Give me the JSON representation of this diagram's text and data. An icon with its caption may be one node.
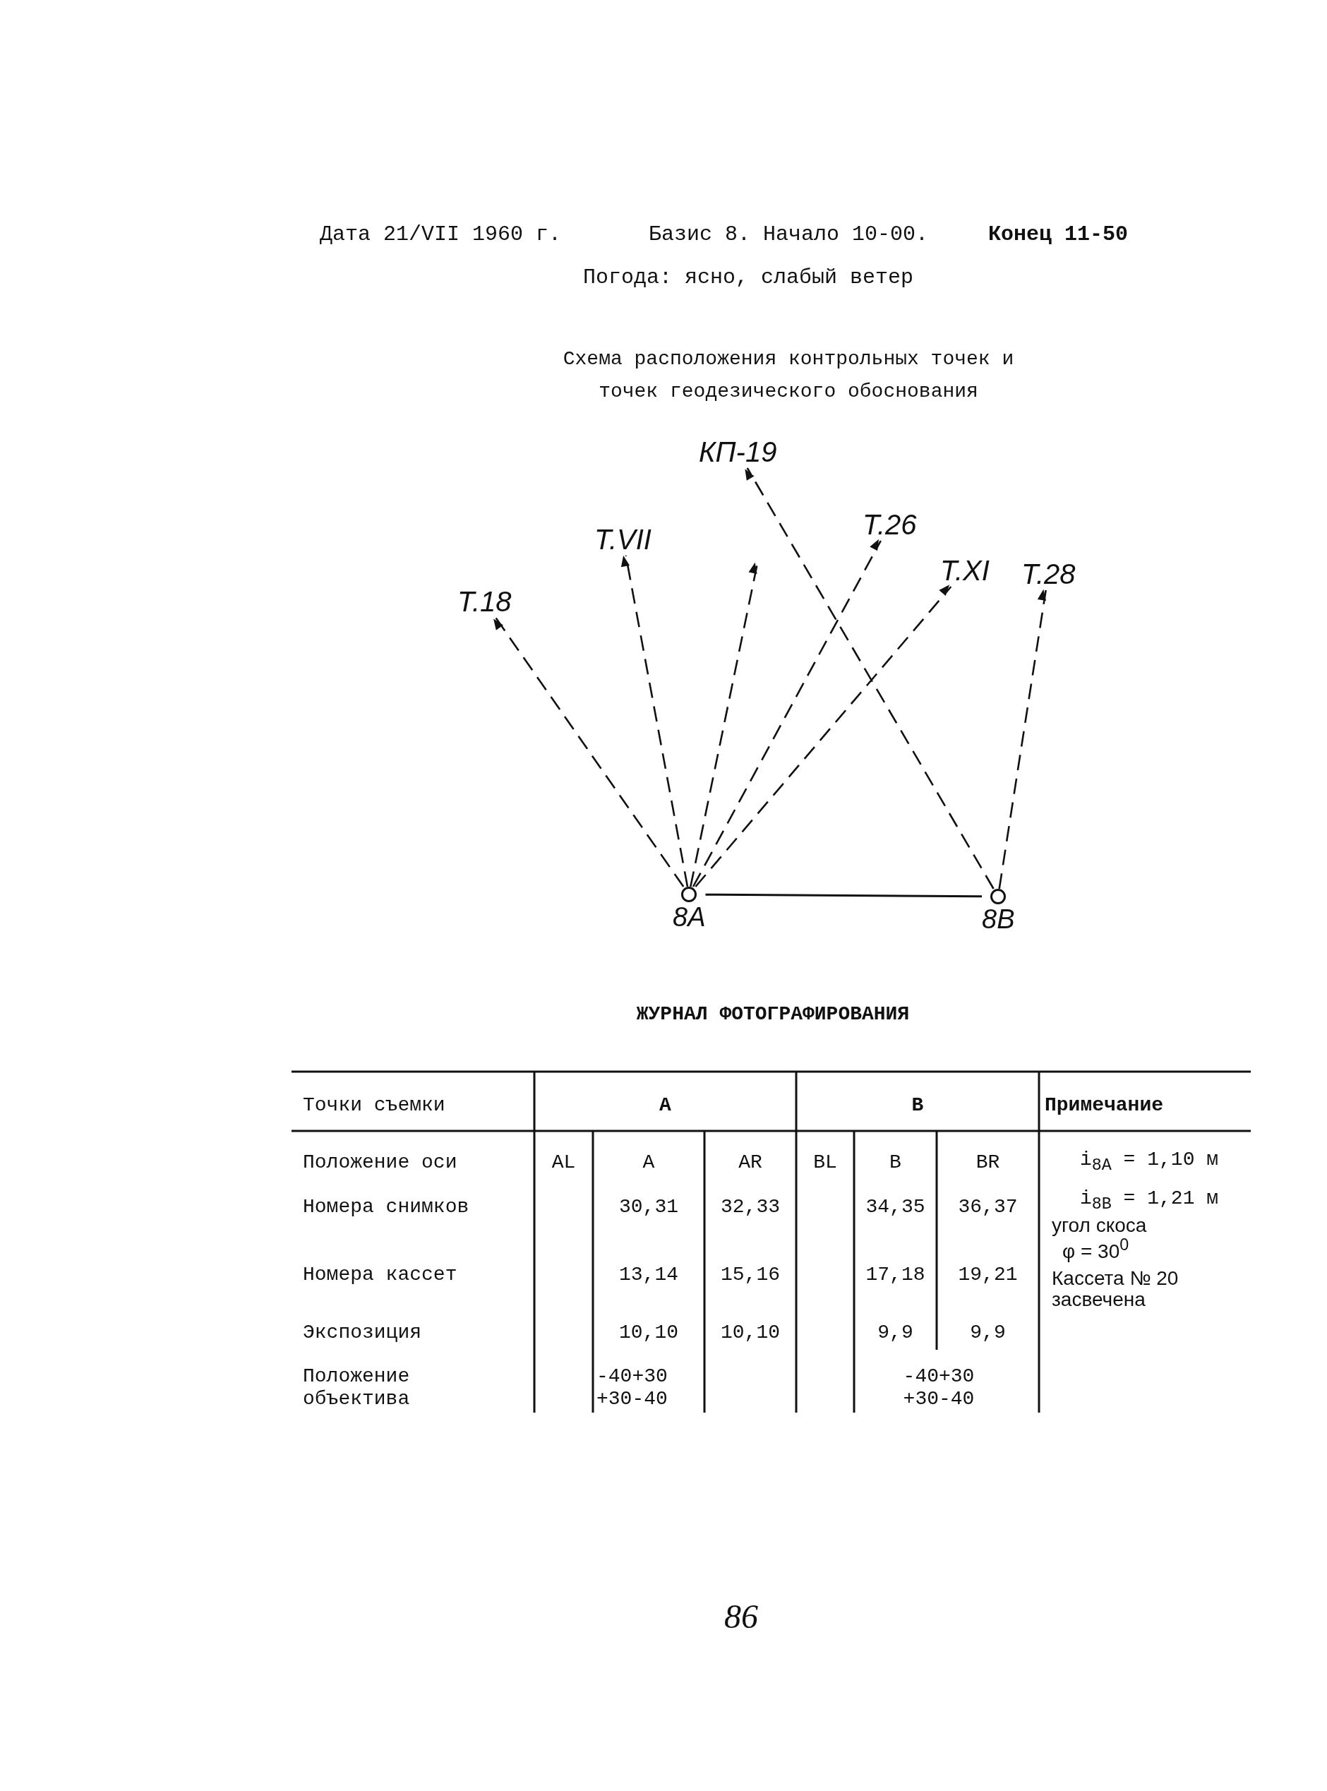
{
  "diagram": {
    "title": "Схема расположения контрольных точек и точек геодезического обоснования",
    "nodes": [
      {
        "text": [
          "КП-19"
        ]
      },
      {
        "text": [
          "Т.26"
        ]
      },
      {
        "text": [
          "Т.VII"
        ]
      },
      {
        "text": [
          "Т.XI"
        ]
      },
      {
        "text": [
          "Т.28"
        ]
      },
      {
        "text": [
          "Т.18"
        ]
      },
      {
        "text": [
          "8А"
        ]
      },
      {
        "text": [
          "8В"
        ]
      }
    ],
    "edges": [
      {
        "from": 6,
        "to": 5,
        "arrow": "to",
        "style": "dashed"
      },
      {
        "from": 6,
        "to": 2,
        "arrow": "to",
        "style": "dashed"
      },
      {
        "from": 6,
        "to": null,
        "arrow": "to",
        "style": "dashed"
      },
      {
        "from": 6,
        "to": 1,
        "arrow": "to",
        "style": "dashed"
      },
      {
        "from": 6,
        "to": 3,
        "arrow": "to",
        "style": "dashed"
      },
      {
        "from": 7,
        "to": 0,
        "arrow": "to",
        "style": "dashed"
      },
      {
        "from": 7,
        "to": 4,
        "arrow": "to",
        "style": "dashed"
      },
      {
        "from": 6,
        "to": 7,
        "arrow": "none"
      }
    ],
    "labels": [
      "Дата 21/VII 1960 г.",
      "Базис 8. Начало 10-00.",
      "Конец 11-50",
      "Погода: ясно, слабый ветер",
      "ЖУРНАЛ ФОТОГРАФИРОВАНИЯ",
      "Точки съемки",
      "А",
      "В",
      "Примечание",
      "Положение оси",
      "AL",
      "A",
      "AR",
      "BL",
      "B",
      "BR",
      "i$_{8A}$ = 1,10 м",
      "Номера снимков",
      "30,31",
      "32,33",
      "34,35",
      "36,37",
      "i$_{8B}$ = 1,21 м",
      "угол скоса",
      "φ = 30$^{0}$",
      "Номера кассет",
      "13,14",
      "15,16",
      "17,18",
      "19,21",
      "Кассета № 20 засвечена",
      "Экспозиция",
      "10,10",
      "10,10",
      "9,9",
      "9,9",
      "Положение объектива",
      "-40+30 +30-40",
      "-40+30 +30-40",
      "86"
    ]
  }
}
